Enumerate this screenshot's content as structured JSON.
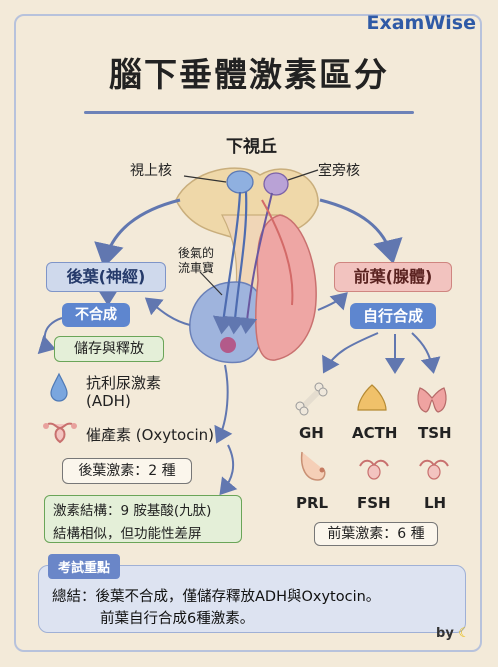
{
  "brand": "ExamWise",
  "title": "腦下垂體激素區分",
  "labels": {
    "hypothalamus": "下視丘",
    "supraoptic": "視上核",
    "paraventricular": "室旁核",
    "portal_line1": "後氣的",
    "portal_line2": "流車寶"
  },
  "posterior": {
    "header": "後葉(神經)",
    "not_synth": "不合成",
    "store": "儲存與釋放",
    "adh_line1": "抗利尿激素",
    "adh_line2": "(ADH)",
    "oxytocin": "催產素 (Oxytocin)",
    "count": "後葉激素：2 種",
    "structure_line1": "激素結構：9 胺基酸(九肽)",
    "structure_line2": "結構相似，但功能性差屏"
  },
  "anterior": {
    "header": "前葉(腺體)",
    "self_synth": "自行合成",
    "hormones": [
      "GH",
      "ACTH",
      "TSH",
      "PRL",
      "FSH",
      "LH"
    ],
    "count": "前葉激素：6 種"
  },
  "exam": {
    "tag": "考試重點",
    "line1": "總結：後葉不合成，僅儲存釋放ADH與Oxytocin。",
    "line2": "前葉自行合成6種激素。"
  },
  "byline": "by",
  "colors": {
    "posterior_blue": "#8fa6d6",
    "anterior_pink": "#e79a9a",
    "accent_blue": "#5e86cf",
    "arrow": "#6177b0"
  }
}
